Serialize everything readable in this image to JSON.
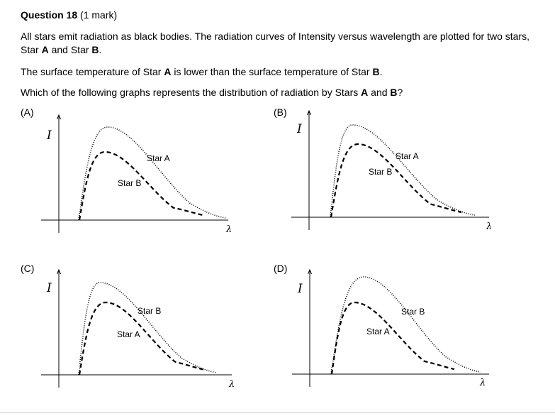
{
  "question": {
    "number": "Question 18",
    "marks": "(1 mark)",
    "para1": [
      {
        "t": "All stars emit radiation as black bodies. The radiation curves of Intensity versus wavelength are plotted for two stars, Star "
      },
      {
        "t": "A",
        "b": true
      },
      {
        "t": " and Star "
      },
      {
        "t": "B",
        "b": true
      },
      {
        "t": "."
      }
    ],
    "para2": [
      {
        "t": "The surface temperature of Star "
      },
      {
        "t": "A",
        "b": true
      },
      {
        "t": " is lower than the surface temperature of Star "
      },
      {
        "t": "B",
        "b": true
      },
      {
        "t": "."
      }
    ],
    "para3": [
      {
        "t": "Which of the following graphs represents the distribution of radiation by Stars "
      },
      {
        "t": "A",
        "b": true
      },
      {
        "t": " and "
      },
      {
        "t": "B",
        "b": true
      },
      {
        "t": "?"
      }
    ]
  },
  "options": [
    {
      "label": "(A)",
      "y_axis": "I",
      "x_axis": "λ",
      "dotted_label": "Star A",
      "dashed_label": "Star B",
      "dotted_peak": 131,
      "dashed_peak": 96
    },
    {
      "label": "(B)",
      "y_axis": "I",
      "x_axis": "λ",
      "dotted_label": "Star A",
      "dashed_label": "Star B",
      "dotted_peak": 130,
      "dashed_peak": 103
    },
    {
      "label": "(C)",
      "y_axis": "I",
      "x_axis": "λ",
      "dotted_label": "Star B",
      "dashed_label": "Star A",
      "dotted_peak": 130,
      "dashed_peak": 102
    },
    {
      "label": "(D)",
      "y_axis": "I",
      "x_axis": "λ",
      "dotted_label": "Star B",
      "dashed_label": "Star A",
      "dotted_peak": 137,
      "dashed_peak": 101
    }
  ],
  "colors": {
    "text": "#000000",
    "background": "#ffffff",
    "divider": "#cccccc"
  }
}
